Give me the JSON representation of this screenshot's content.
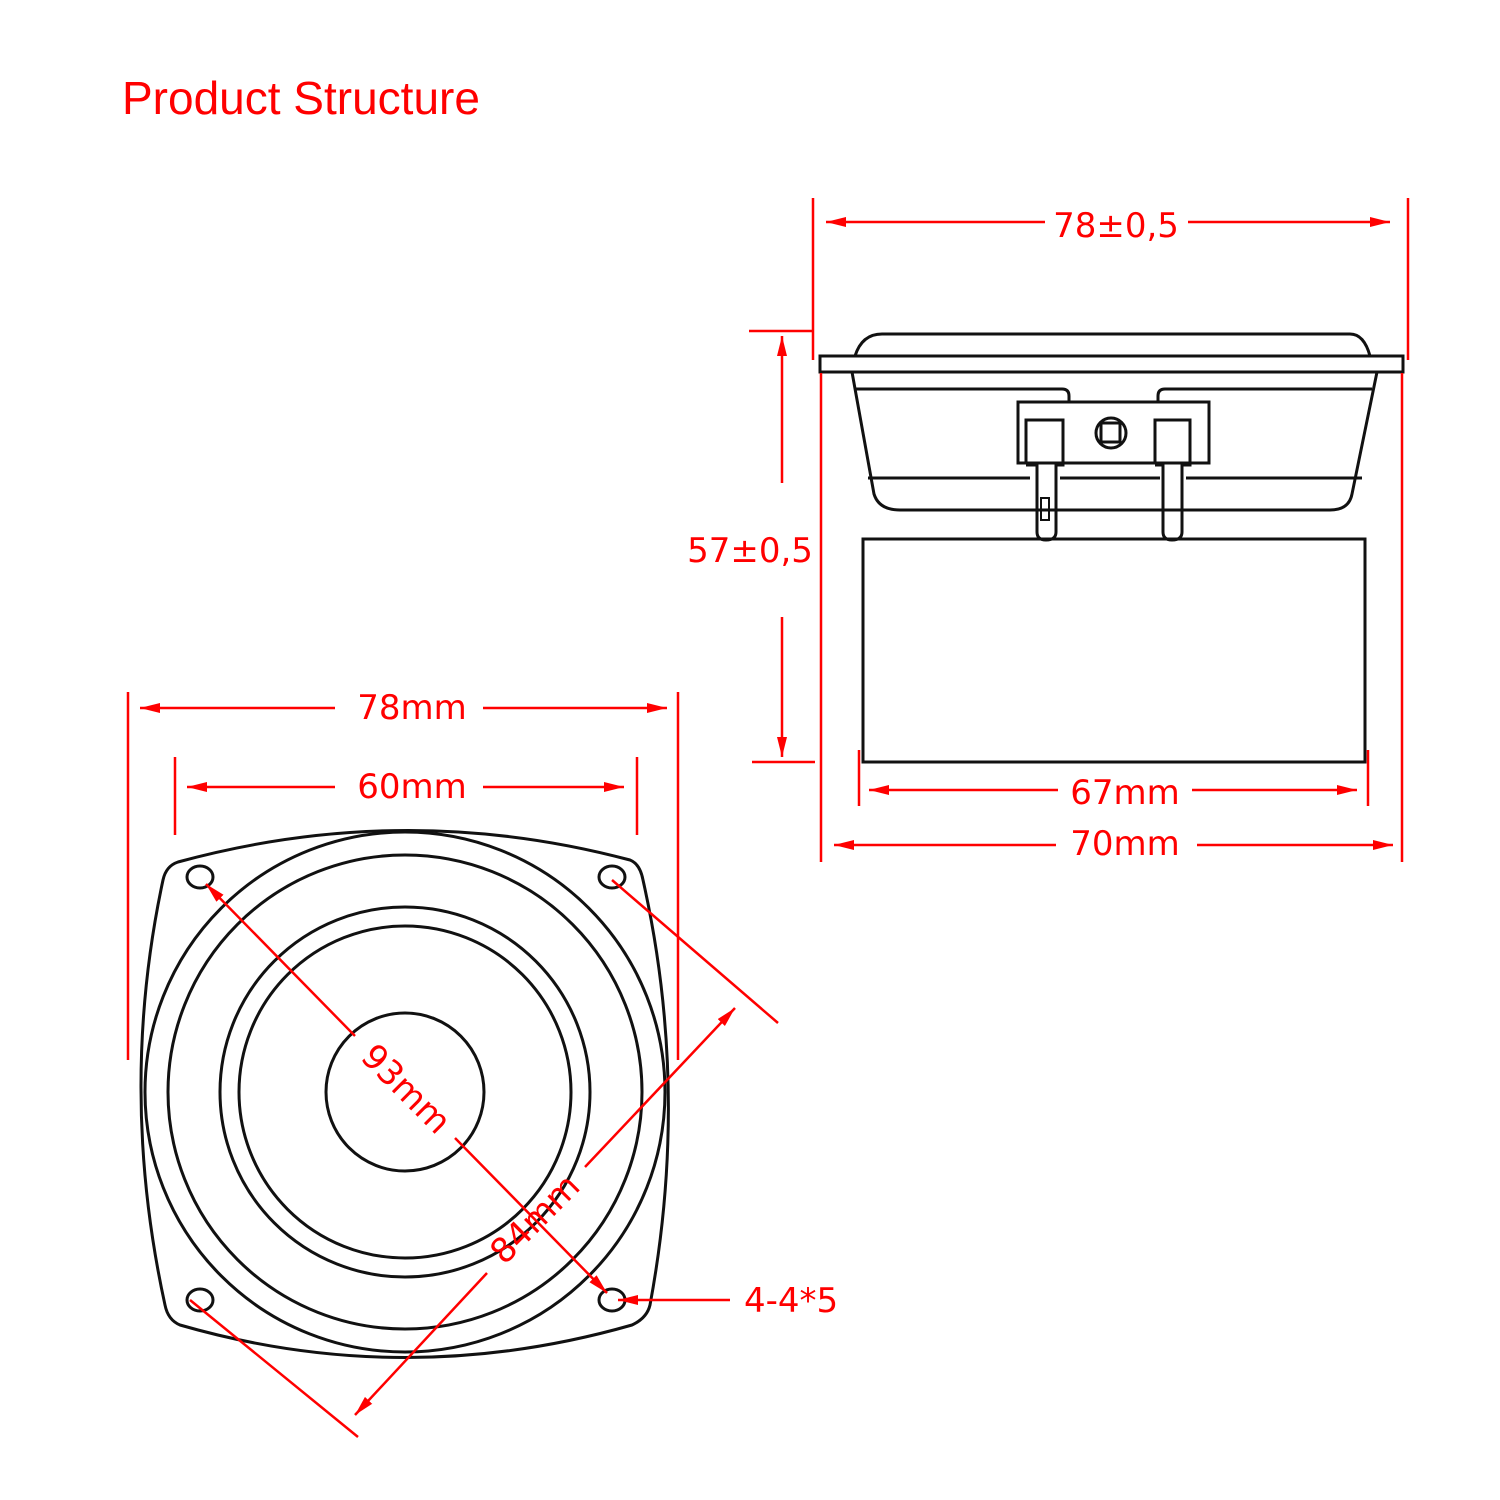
{
  "title": "Product Structure",
  "colors": {
    "dimension": "#ff0000",
    "outline": "#111111"
  },
  "side_view": {
    "overall_width": "78±0,5",
    "height": "57±0,5",
    "magnet_width": "67mm",
    "basket_width": "70mm"
  },
  "front_view": {
    "overall_width": "78mm",
    "inner_width": "60mm",
    "diagonal_holes": "93mm",
    "hole_spacing_diagonal": "84mm",
    "mounting_holes": "4-4*5"
  }
}
